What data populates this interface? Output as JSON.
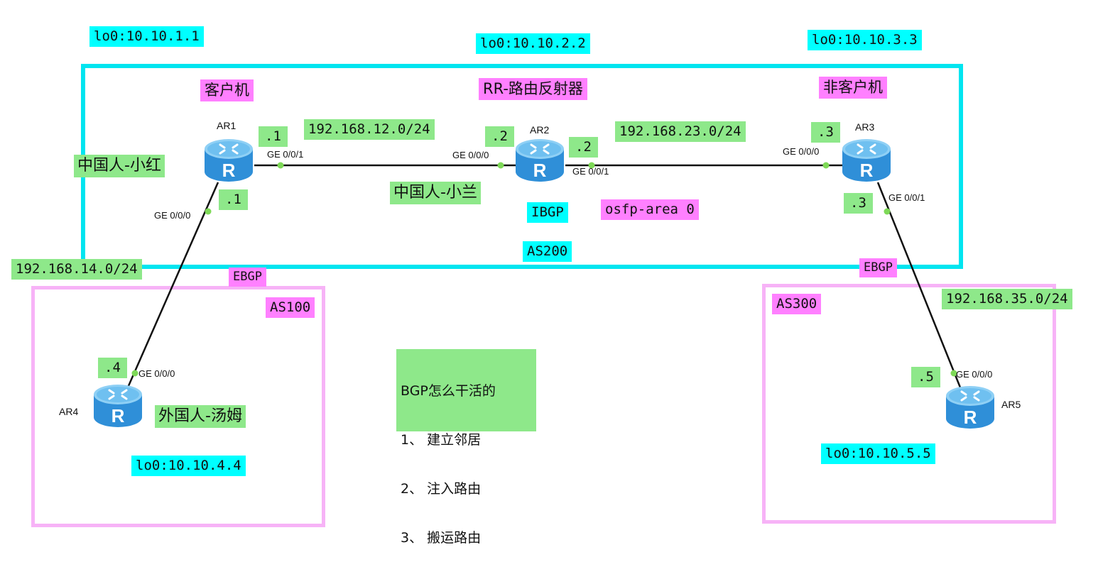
{
  "colors": {
    "as200_border": "#00e5f0",
    "as_edge_border": "#f7b3f7",
    "cyan_label": "#00ffff",
    "green_label": "#8ee88a",
    "pink_label": "#ff80ff",
    "link": "#111111",
    "port_dot": "#7ed957",
    "router_body": "#3a9be0"
  },
  "loopbacks": {
    "ar1": "lo0:10.10.1.1",
    "ar2": "lo0:10.10.2.2",
    "ar3": "lo0:10.10.3.3",
    "ar4": "lo0:10.10.4.4",
    "ar5": "lo0:10.10.5.5"
  },
  "roles": {
    "client": "客户机",
    "rr": "RR-路由反射器",
    "non_client": "非客户机",
    "ibgp": "IBGP",
    "ospf": "osfp-area 0",
    "ebgp_left": "EBGP",
    "ebgp_right": "EBGP"
  },
  "as_labels": {
    "as100": "AS100",
    "as200": "AS200",
    "as300": "AS300"
  },
  "persons": {
    "ar1": "中国人-小红",
    "ar2": "中国人-小兰",
    "ar4": "外国人-汤姆"
  },
  "subnets": {
    "ar1_ar2": "192.168.12.0/24",
    "ar2_ar3": "192.168.23.0/24",
    "ar1_ar4": "192.168.14.0/24",
    "ar3_ar5": "192.168.35.0/24"
  },
  "hosts": {
    "ar1_g1": ".1",
    "ar1_g0": ".1",
    "ar2_g0": ".2",
    "ar2_g1": ".2",
    "ar3_g0": ".3",
    "ar3_g1": ".3",
    "ar4_g0": ".4",
    "ar5_g0": ".5"
  },
  "routers": {
    "ar1": {
      "name": "AR1",
      "ports": {
        "g1": "GE 0/0/1",
        "g0": "GE 0/0/0"
      }
    },
    "ar2": {
      "name": "AR2",
      "ports": {
        "g0": "GE 0/0/0",
        "g1": "GE 0/0/1"
      }
    },
    "ar3": {
      "name": "AR3",
      "ports": {
        "g0": "GE 0/0/0",
        "g1": "GE 0/0/1"
      }
    },
    "ar4": {
      "name": "AR4",
      "ports": {
        "g0": "GE 0/0/0"
      }
    },
    "ar5": {
      "name": "AR5",
      "ports": {
        "g0": "GE 0/0/0"
      }
    }
  },
  "bgp_note": {
    "title": "BGP怎么干活的",
    "step1": "1、 建立邻居",
    "step2": "2、 注入路由",
    "step3": "3、 搬运路由"
  }
}
